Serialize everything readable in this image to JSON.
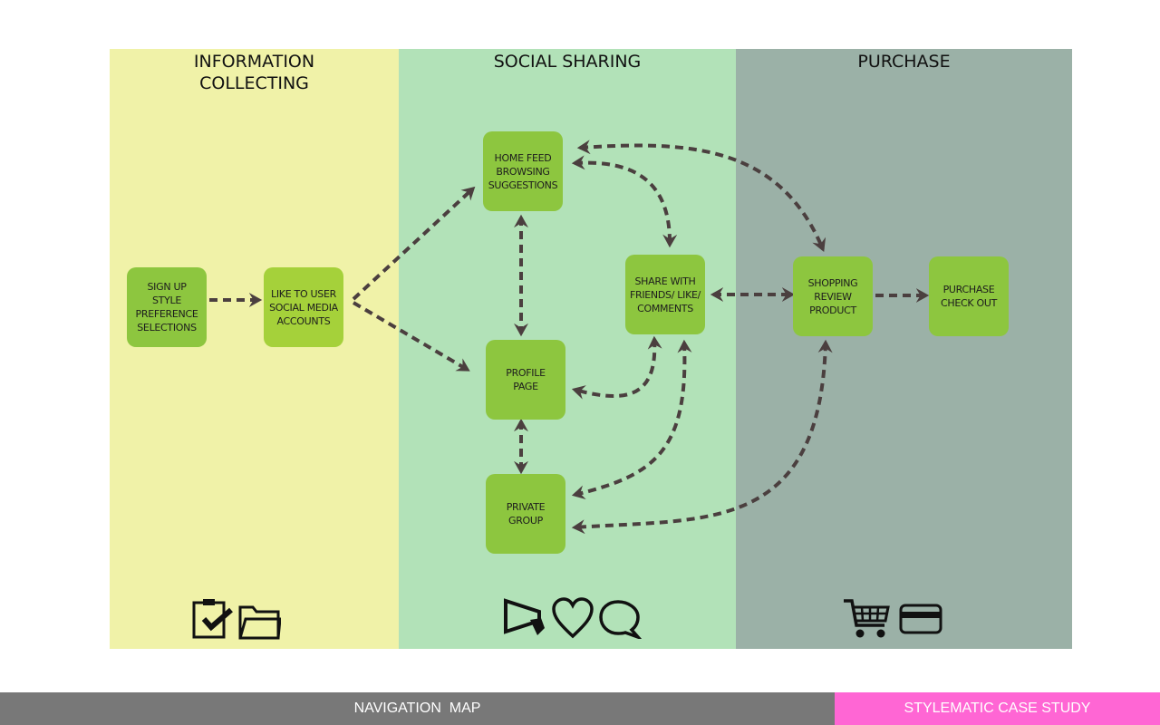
{
  "lanes": {
    "info": "INFORMATION\nCOLLECTING",
    "social": "SOCIAL SHARING",
    "purchase": "PURCHASE"
  },
  "nodes": {
    "signup": "SIGN UP\nSTYLE\nPREFERENCE\nSELECTIONS",
    "like_user": "LIKE TO USER\nSOCIAL MEDIA\nACCOUNTS",
    "home_feed": "HOME FEED\nBROWSING\nSUGGESTIONS",
    "profile": "PROFILE\nPAGE",
    "private_group": "PRIVATE\nGROUP",
    "share": "SHARE WITH\nFRIENDS/ LIKE/\nCOMMENTS",
    "shopping": "SHOPPING\nREVIEW\nPRODUCT",
    "checkout": "PURCHASE\nCHECK OUT"
  },
  "colors": {
    "node_green": "#8dc63f",
    "node_lime": "#a5d13a",
    "arrow": "#4b3f3f"
  },
  "icons": {
    "info": [
      "clipboard-check-icon",
      "folder-icon"
    ],
    "social": [
      "megaphone-icon",
      "heart-icon",
      "speech-bubble-icon"
    ],
    "purchase": [
      "shopping-cart-icon",
      "credit-card-icon"
    ]
  },
  "footer": {
    "left": "NAVIGATION  MAP",
    "right": "STYLEMATIC CASE STUDY"
  }
}
